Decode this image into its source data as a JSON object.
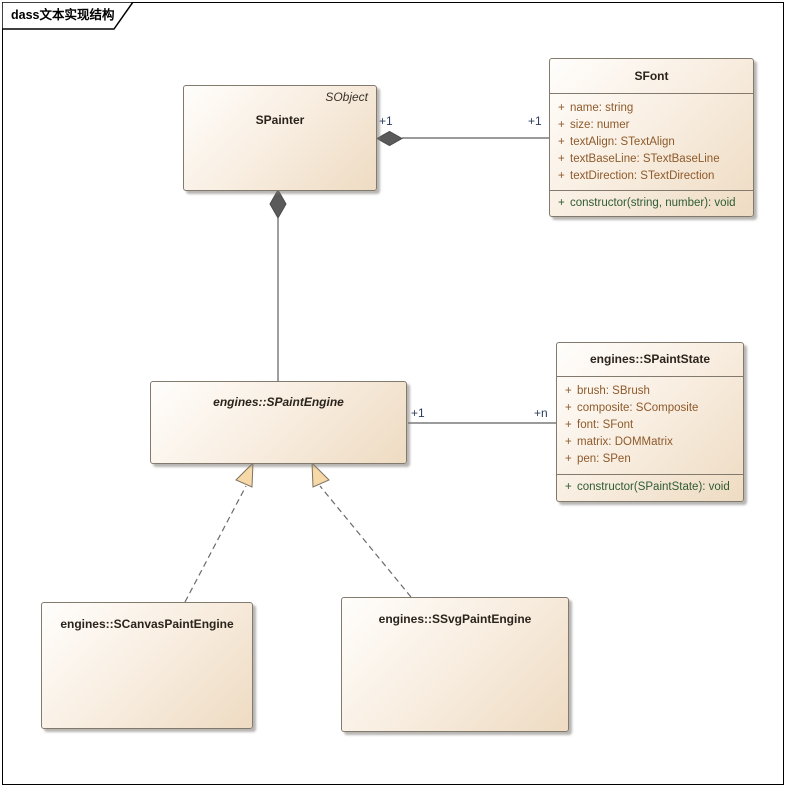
{
  "tab": {
    "title": "dass文本实现结构"
  },
  "classes": {
    "spainter": {
      "name": "SPainter",
      "stereotype": "SObject"
    },
    "sfont": {
      "name": "SFont",
      "attributes": [
        {
          "vis": "+",
          "text": "name: string"
        },
        {
          "vis": "+",
          "text": "size: numer"
        },
        {
          "vis": "+",
          "text": "textAlign: STextAlign"
        },
        {
          "vis": "+",
          "text": "textBaseLine: STextBaseLine"
        },
        {
          "vis": "+",
          "text": "textDirection: STextDirection"
        }
      ],
      "operations": [
        {
          "vis": "+",
          "text": "constructor(string, number): void"
        }
      ]
    },
    "spaintstate": {
      "name": "engines::SPaintState",
      "attributes": [
        {
          "vis": "+",
          "text": "brush: SBrush"
        },
        {
          "vis": "+",
          "text": "composite: SComposite"
        },
        {
          "vis": "+",
          "text": "font: SFont"
        },
        {
          "vis": "+",
          "text": "matrix: DOMMatrix"
        },
        {
          "vis": "+",
          "text": "pen: SPen"
        }
      ],
      "operations": [
        {
          "vis": "+",
          "text": "constructor(SPaintState): void"
        }
      ]
    },
    "spaintengine": {
      "name": "engines::SPaintEngine"
    },
    "scanvaspaintengine": {
      "name": "engines::SCanvasPaintEngine"
    },
    "ssvgpaintengine": {
      "name": "engines::SSvgPaintEngine"
    }
  },
  "connectors": {
    "painter_font": {
      "type": "composition",
      "source_label": "+1",
      "target_label": "+1"
    },
    "painter_engine": {
      "type": "composition"
    },
    "engine_state": {
      "type": "association",
      "source_label": "+1",
      "target_label": "+n"
    },
    "canvas_realization": {
      "type": "realization"
    },
    "svg_realization": {
      "type": "realization"
    }
  },
  "colors": {
    "attribute_text": "#8e5a2b",
    "operation_text": "#2e5c33",
    "multiplicity_text": "#2c3e5d",
    "box_border": "#837a6e",
    "box_fill_start": "#fffefc",
    "box_fill_end": "#eedbc2",
    "connector_line": "#5f5f5f",
    "diamond_fill": "#5a5a5a",
    "triangle_fill": "#f6d9a6",
    "frame_border": "#000000"
  }
}
